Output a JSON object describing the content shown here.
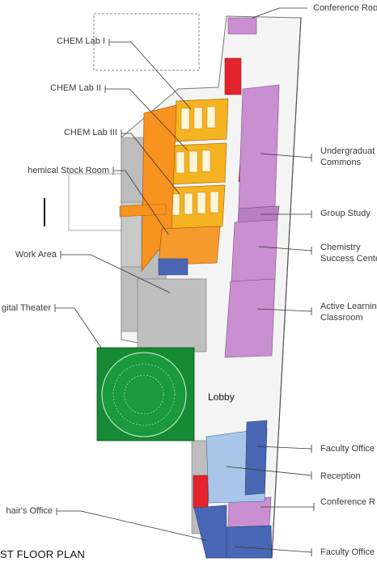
{
  "plan_title": "ST FLOOR PLAN",
  "lobby_label": "Lobby",
  "labels": {
    "conference_room_top": "Conference Roo",
    "chem_lab_1": "CHEM Lab I",
    "chem_lab_2": "CHEM Lab II",
    "chem_lab_3": "CHEM Lab III",
    "chemical_stock_room": "hemical Stock Room",
    "undergrad_commons_1": "Undergraduat",
    "undergrad_commons_2": "Commons",
    "group_study": "Group Study",
    "chem_success_1": "Chemistry",
    "chem_success_2": "Success Cente",
    "work_area": "Work Area",
    "active_learning_1": "Active Learnin",
    "active_learning_2": "Classroom",
    "digital_theater": "gital Theater",
    "faculty_offices_mid": "Faculty Office",
    "reception": "Reception",
    "conference_room_bottom": "Conference R",
    "chairs_office": "hair's Office",
    "faculty_offices_bottom": "Faculty Office"
  },
  "colors": {
    "chem_labs": "#f5b321",
    "stock_room": "#f7931e",
    "commons_purple": "#c98fd0",
    "stair_red": "#e3242b",
    "theater_green": "#178a35",
    "office_blue": "#4a67b6",
    "reception_blue": "#a9c6e8",
    "service_gray": "#bdbdbd"
  }
}
